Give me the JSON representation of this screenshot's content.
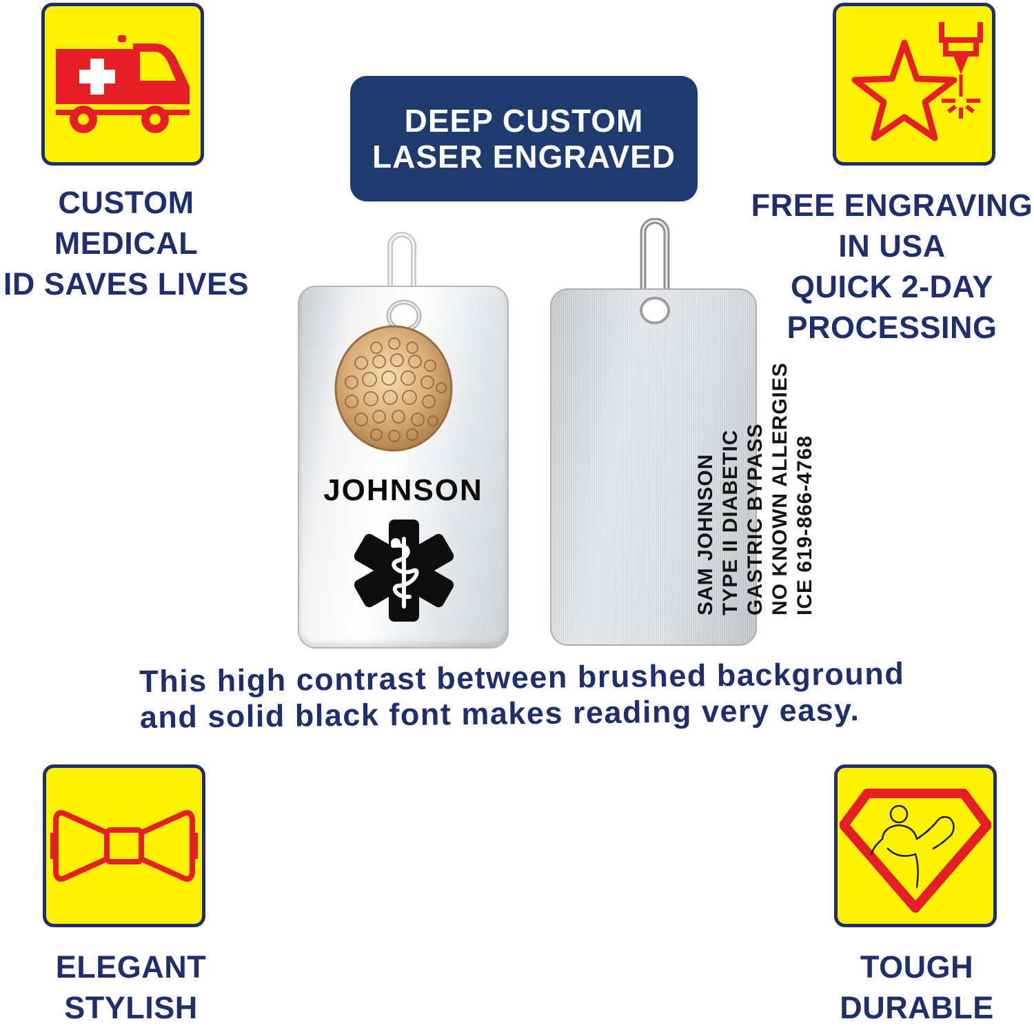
{
  "headline": {
    "line1": "DEEP CUSTOM",
    "line2": "LASER ENGRAVED"
  },
  "features": {
    "top_left": {
      "icon": "ambulance-icon",
      "lines": [
        "CUSTOM",
        "MEDICAL",
        "ID SAVES LIVES"
      ]
    },
    "top_right": {
      "icon": "laser-star-icon",
      "lines": [
        "FREE ENGRAVING",
        "IN USA",
        "QUICK 2-DAY",
        "PROCESSING"
      ]
    },
    "bottom_left": {
      "icon": "bow-tie-icon",
      "lines": [
        "ELEGANT",
        "STYLISH"
      ]
    },
    "bottom_right": {
      "icon": "superhero-shield-icon",
      "lines": [
        "TOUGH",
        "DURABLE"
      ]
    }
  },
  "front_tag": {
    "name": "JOHNSON",
    "charm_icon": "golf-ball-charm-icon",
    "symbol_icon": "medical-star-of-life-icon"
  },
  "back_tag": {
    "lines": [
      "SAM JOHNSON",
      "TYPE II DIABETIC",
      "GASTRIC BYPASS",
      "NO KNOWN ALLERGIES",
      "ICE  619-866-4768"
    ]
  },
  "caption": {
    "line1": "This high contrast between brushed background",
    "line2": "and solid black font makes reading very easy."
  },
  "colors": {
    "badge_yellow": "#fff200",
    "navy": "#1f2f6e",
    "icon_red": "#e61e25",
    "headline_bg": "#1f3a6e"
  }
}
